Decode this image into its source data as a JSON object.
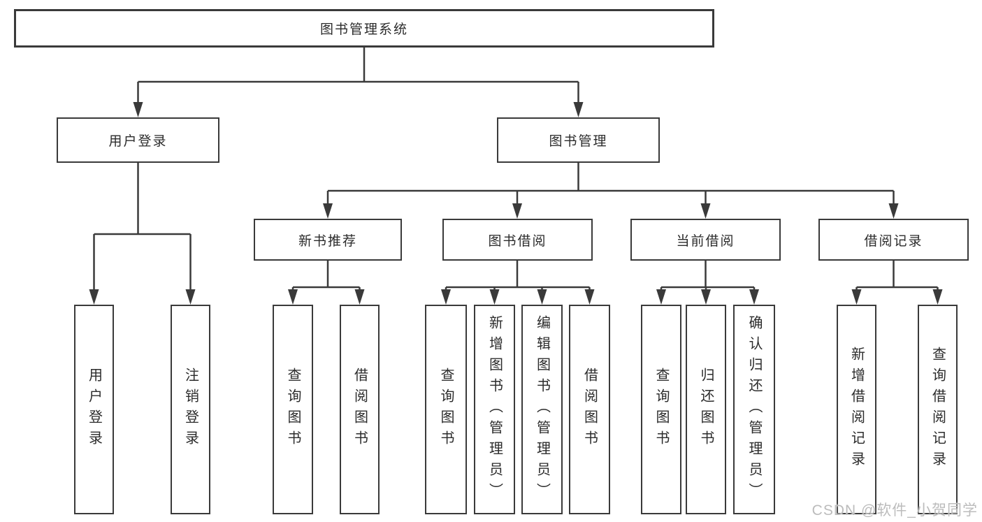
{
  "diagram": {
    "title": "图书管理系统",
    "type": "hierarchy-tree"
  },
  "tree": {
    "root": {
      "label": "图书管理系统"
    },
    "level2": [
      {
        "label": "用户登录",
        "children": [
          {
            "label": "用户登录"
          },
          {
            "label": "注销登录"
          }
        ]
      },
      {
        "label": "图书管理",
        "children": [
          {
            "label": "新书推荐",
            "children": [
              {
                "label": "查询图书"
              },
              {
                "label": "借阅图书"
              }
            ]
          },
          {
            "label": "图书借阅",
            "children": [
              {
                "label": "查询图书"
              },
              {
                "label": "新增图书（管理员）"
              },
              {
                "label": "编辑图书（管理员）"
              },
              {
                "label": "借阅图书"
              }
            ]
          },
          {
            "label": "当前借阅",
            "children": [
              {
                "label": "查询图书"
              },
              {
                "label": "归还图书"
              },
              {
                "label": "确认归还（管理员）"
              }
            ]
          },
          {
            "label": "借阅记录",
            "children": [
              {
                "label": "新增借阅记录"
              },
              {
                "label": "查询借阅记录"
              }
            ]
          }
        ]
      }
    ]
  },
  "watermark": {
    "text": "CSDN @软件_小贺同学"
  },
  "colors": {
    "line": "#3a3a3a",
    "box_border": "#3a3a3a",
    "box_fill": "#ffffff",
    "text": "#2b2b2b",
    "watermark": "#bcbcbc",
    "background": "#ffffff"
  }
}
